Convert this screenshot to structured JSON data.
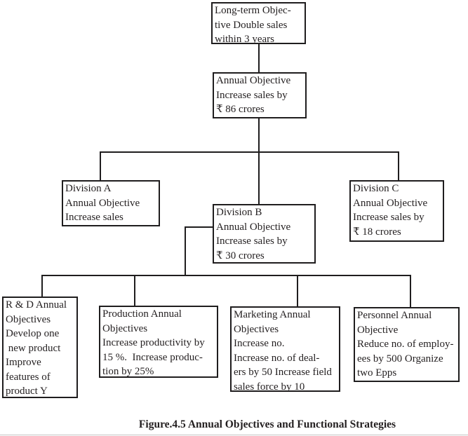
{
  "figure": {
    "caption": "Figure.4.5 Annual Objectives and Functional Strategies"
  },
  "colors": {
    "line": "#1f1d1e",
    "background": "#ffffff",
    "text": "#231f20"
  },
  "diagram": {
    "type": "flowchart",
    "title": "Annual Objectives and Functional Strategies",
    "nodes": [
      {
        "id": "long-term-objective",
        "text": "Long-term Objec-\ntive Double sales\nwithin 3 years"
      },
      {
        "id": "annual-objective",
        "text": "Annual Objective\nIncrease sales by\n₹ 86 crores"
      },
      {
        "id": "division-a",
        "text": "Division A\nAnnual Objective\nIncrease sales"
      },
      {
        "id": "division-b",
        "text": "Division B\nAnnual Objective\nIncrease sales by\n₹ 30 crores"
      },
      {
        "id": "division-c",
        "text": "Division C\nAnnual Objective\nIncrease sales by\n₹ 18 crores"
      },
      {
        "id": "rnd-annual-objectives",
        "text": "R & D Annual\nObjectives\nDevelop one\n new product\nImprove\nfeatures of\nproduct Y"
      },
      {
        "id": "production-annual-objectives",
        "text": "Production Annual\nObjectives\nIncrease productivity by\n15 %.  Increase produc-\ntion by 25%"
      },
      {
        "id": "marketing-annual-objectives",
        "text": "Marketing Annual\nObjectives\nIncrease no.\nIncrease no. of deal-\ners by 50 Increase field\nsales force by 10"
      },
      {
        "id": "personnel-annual-objective",
        "text": "Personnel Annual\nObjective\nReduce no. of employ-\nees by 500 Organize\ntwo Epps"
      }
    ],
    "edges": [
      {
        "from": "long-term-objective",
        "to": "annual-objective"
      },
      {
        "from": "annual-objective",
        "to": "division-a"
      },
      {
        "from": "annual-objective",
        "to": "division-b"
      },
      {
        "from": "annual-objective",
        "to": "division-c"
      },
      {
        "from": "division-b",
        "to": "rnd-annual-objectives"
      },
      {
        "from": "division-b",
        "to": "production-annual-objectives"
      },
      {
        "from": "division-b",
        "to": "marketing-annual-objectives"
      },
      {
        "from": "division-b",
        "to": "personnel-annual-objective"
      }
    ]
  }
}
